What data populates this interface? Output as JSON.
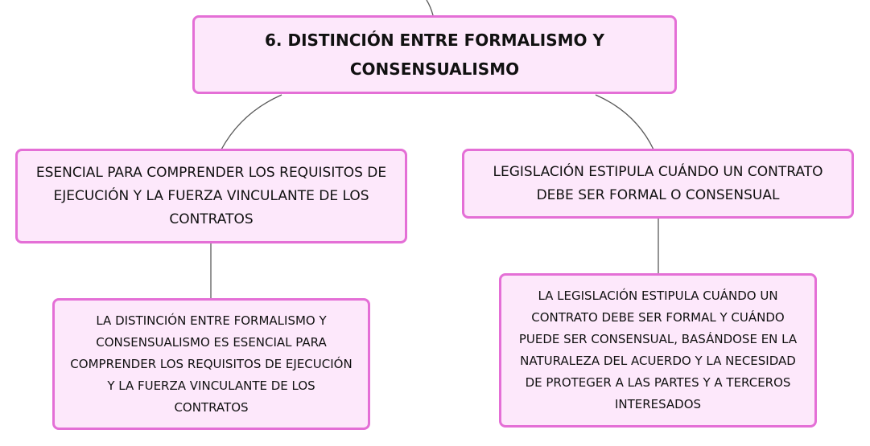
{
  "diagram": {
    "root": {
      "text": "6. DISTINCIÓN ENTRE FORMALISMO Y CONSENSUALISMO"
    },
    "left_branch": {
      "text": "ESENCIAL PARA COMPRENDER LOS REQUISITOS DE EJECUCIÓN Y LA FUERZA VINCULANTE DE LOS CONTRATOS",
      "child": {
        "text": "LA DISTINCIÓN ENTRE FORMALISMO Y CONSENSUALISMO ES ESENCIAL PARA COMPRENDER LOS REQUISITOS DE EJECUCIÓN Y LA FUERZA VINCULANTE DE LOS CONTRATOS"
      }
    },
    "right_branch": {
      "text": "LEGISLACIÓN ESTIPULA CUÁNDO UN CONTRATO DEBE SER FORMAL O CONSENSUAL",
      "child": {
        "text": "LA LEGISLACIÓN ESTIPULA CUÁNDO UN CONTRATO DEBE SER FORMAL Y CUÁNDO PUEDE SER CONSENSUAL, BASÁNDOSE EN LA NATURALEZA DEL ACUERDO Y LA NECESIDAD DE PROTEGER A LAS PARTES Y A TERCEROS INTERESADOS"
      }
    }
  },
  "colors": {
    "node_fill": "#fde8fb",
    "node_border": "#e46fd6",
    "connector": "#5a5a5a"
  }
}
